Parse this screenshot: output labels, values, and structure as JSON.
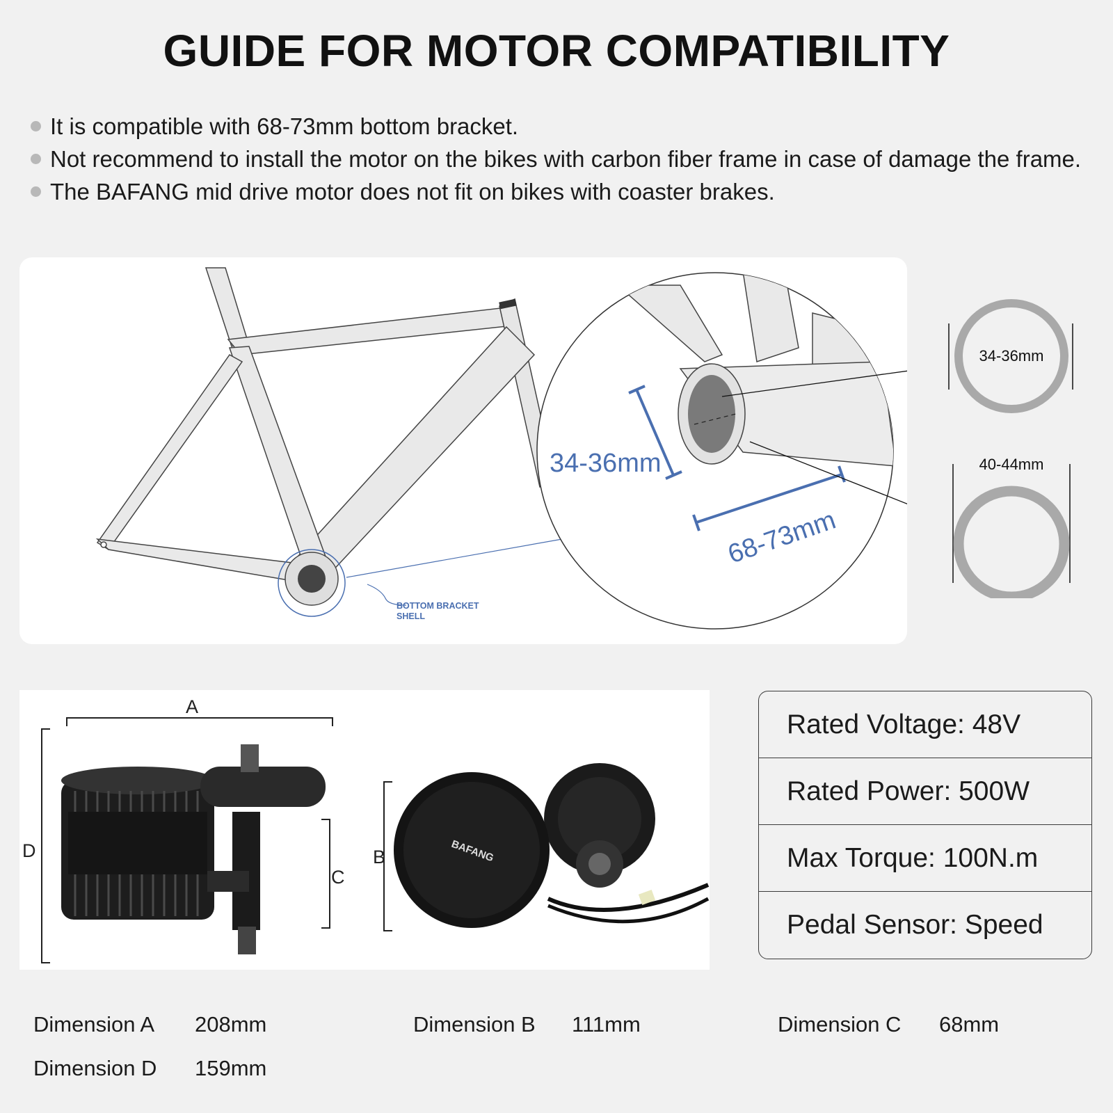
{
  "title": "GUIDE FOR MOTOR COMPATIBILITY",
  "bullets": [
    "It is compatible with 68-73mm bottom bracket.",
    "Not recommend to install the motor on the bikes with carbon fiber frame in case of damage the frame.",
    "The BAFANG mid drive motor does not fit on bikes with coaster brakes."
  ],
  "diagram": {
    "shell_label_1": "BOTTOM BRACKET",
    "shell_label_2": "SHELL",
    "inner_diameter": "34-36mm",
    "shell_width": "68-73mm",
    "ring_small": "34-36mm",
    "ring_large": "40-44mm"
  },
  "motor_labels": {
    "a": "A",
    "b": "B",
    "c": "C",
    "d": "D",
    "brand": "BAFANG"
  },
  "specs": [
    "Rated Voltage: 48V",
    "Rated Power:  500W",
    "Max Torque: 100N.m",
    "Pedal Sensor: Speed"
  ],
  "dimensions": [
    {
      "label": "Dimension A",
      "value": "208mm"
    },
    {
      "label": "Dimension B",
      "value": "111mm"
    },
    {
      "label": "Dimension C",
      "value": "68mm"
    },
    {
      "label": "Dimension D",
      "value": "159mm"
    }
  ],
  "colors": {
    "accent_blue": "#4a6fb0",
    "ring_gray": "#a9a9a9",
    "background": "#f1f1f1"
  }
}
